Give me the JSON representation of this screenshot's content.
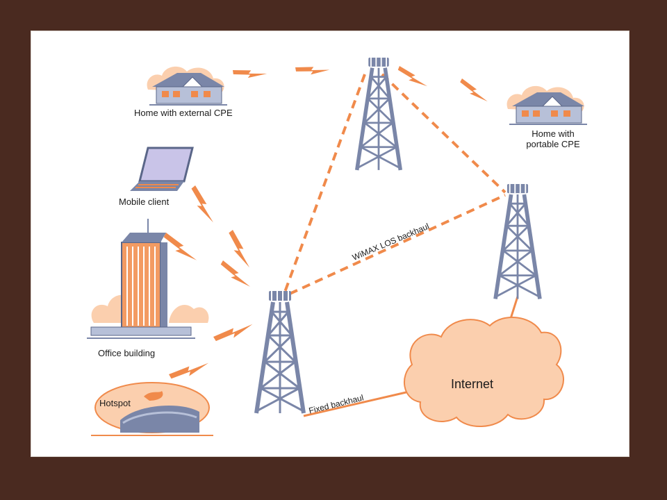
{
  "colors": {
    "background": "#4a2a20",
    "canvas": "#ffffff",
    "accent_orange": "#f08a4b",
    "cloud_fill": "#fbcfae",
    "tower_blue": "#7a86a8",
    "building_orange": "#f39b62"
  },
  "labels": {
    "home_external": "Home with external CPE",
    "home_portable_line1": "Home with",
    "home_portable_line2": "portable CPE",
    "mobile_client": "Mobile client",
    "office_building": "Office building",
    "hotspot": "Hotspot",
    "wimax_backhaul": "WiMAX LOS backhaul",
    "fixed_backhaul": "Fixed backhaul",
    "internet": "Internet"
  },
  "icons": [
    "house-icon",
    "laptop-icon",
    "office-building-icon",
    "hotspot-icon",
    "tower-icon",
    "cloud-icon",
    "lightning-bolt-icon"
  ]
}
